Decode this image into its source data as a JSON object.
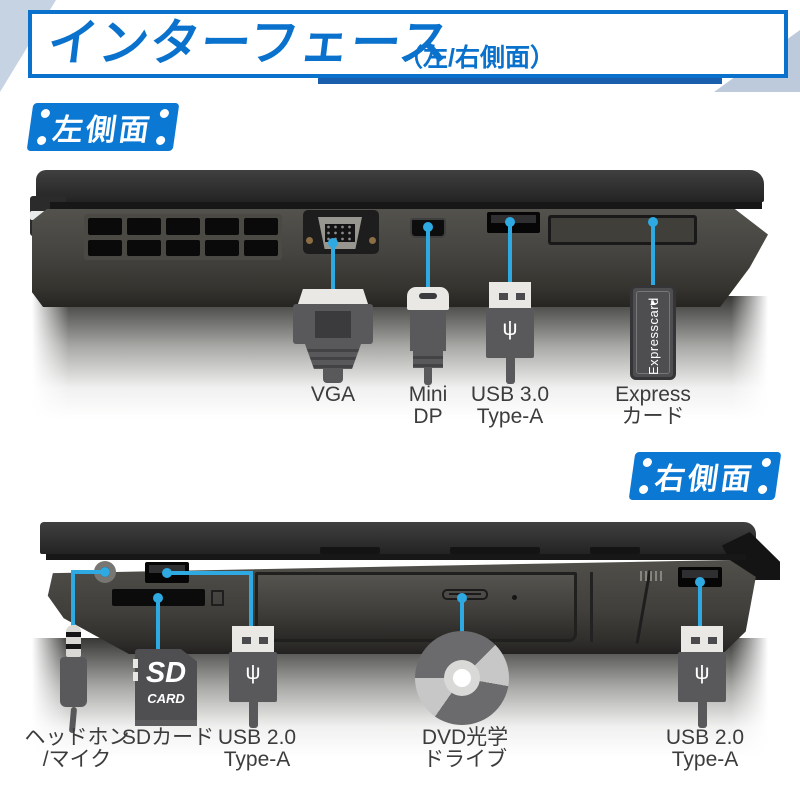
{
  "header": {
    "title": "インターフェース",
    "subtitle": "（左/右側面）"
  },
  "colors": {
    "primary_blue": "#0a72cc",
    "badge_blue": "#0b78d3",
    "callout_blue": "#2fa9e2",
    "corner_decoration_gray": "#c6d3e2",
    "header_shadow_navy": "#1a5fae",
    "label_text": "#3c3c3c"
  },
  "left_section": {
    "badge": "左側面",
    "ports": [
      {
        "label1": "VGA",
        "label2": ""
      },
      {
        "label1": "Mini",
        "label2": "DP"
      },
      {
        "label1": "USB 3.0",
        "label2": "Type-A",
        "trident": "ψ"
      },
      {
        "label1": "Express",
        "label2": "カード",
        "card_text": "Expresscard",
        "card_arrow": "▲"
      }
    ]
  },
  "right_section": {
    "badge": "右側面",
    "ports": [
      {
        "label1": "ヘッドホン",
        "label2": "/マイク"
      },
      {
        "label1": "SDカード",
        "label2": "",
        "card_text1": "SD",
        "card_text2": "CARD"
      },
      {
        "label1": "USB 2.0",
        "label2": "Type-A",
        "trident": "ψ"
      },
      {
        "label1": "DVD光学",
        "label2": "ドライブ"
      },
      {
        "label1": "USB 2.0",
        "label2": "Type-A",
        "trident": "ψ"
      }
    ]
  }
}
